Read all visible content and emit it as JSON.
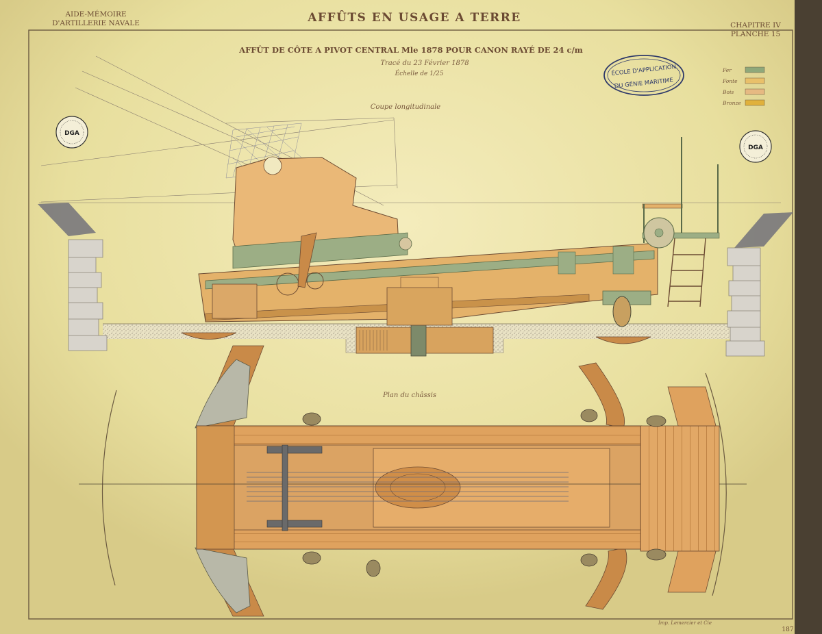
{
  "header": {
    "left_line1": "AIDE-MÉMOIRE",
    "left_line2": "D'ARTILLERIE NAVALE",
    "title": "AFFÛTS EN USAGE A TERRE",
    "right_line1": "CHAPITRE IV",
    "right_line2": "PLANCHE 15"
  },
  "drawing": {
    "title": "AFFÛT DE CÔTE A PIVOT CENTRAL Mle 1878 POUR CANON RAYÉ DE 24 c/m",
    "date": "Tracé du 23 Février 1878",
    "scale": "Échelle de 1/25",
    "section_label": "Coupe longitudinale",
    "plan_label": "Plan du châssis"
  },
  "stamp": {
    "line1": "ÉCOLE D'APPLICATION",
    "line2": "DU GÉNIE MARITIME"
  },
  "dga_seal": {
    "text": "DGA"
  },
  "legend": [
    {
      "label": "Fer",
      "color": "#8fa87a"
    },
    {
      "label": "Fonte",
      "color": "#e9c06a"
    },
    {
      "label": "Bois",
      "color": "#e6b982"
    },
    {
      "label": "Bronze",
      "color": "#e0b13c"
    }
  ],
  "footer": {
    "printer": "Imp. Lemercier et Cie",
    "page_number": "187"
  },
  "colors": {
    "paper": "#ece4ae",
    "ink": "#6b4a32",
    "iron": "#8fa87a",
    "cast_iron": "#e9c06a",
    "wood": "#d99a52",
    "bronze": "#e0b13c"
  }
}
